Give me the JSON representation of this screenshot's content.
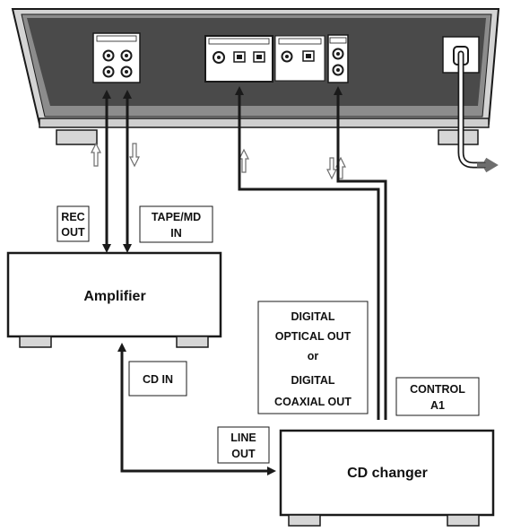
{
  "colors": {
    "stroke": "#1a1a1a",
    "panel": "#e9e9e9",
    "deck_dark": "#4a4a4a",
    "deck_mid": "#8c8c8c",
    "deck_light": "#d4d4d4",
    "arrow_gray": "#6e6e6e"
  },
  "devices": {
    "amplifier": "Amplifier",
    "cd_changer": "CD changer"
  },
  "labels": {
    "rec_out": [
      "REC",
      "OUT"
    ],
    "tape_md_in": [
      "TAPE/MD",
      "IN"
    ],
    "cd_in": "CD IN",
    "line_out": [
      "LINE",
      "OUT"
    ],
    "digital_out": [
      "DIGITAL",
      "OPTICAL OUT",
      "or",
      "DIGITAL",
      "COAXIAL OUT"
    ],
    "control_a1": [
      "CONTROL",
      "A1"
    ]
  }
}
